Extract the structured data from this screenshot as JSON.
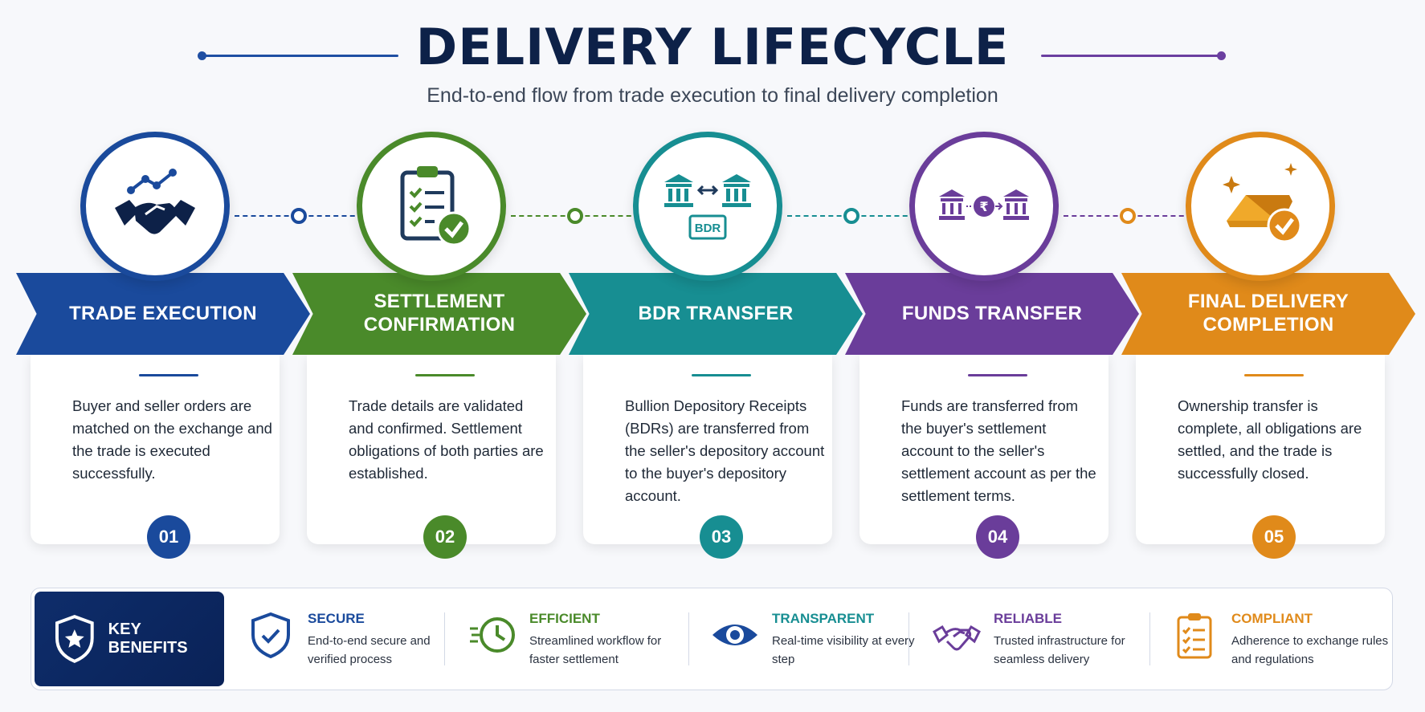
{
  "header": {
    "title": "DELIVERY LIFECYCLE",
    "subtitle": "End-to-end flow from trade execution to final delivery completion"
  },
  "colors": {
    "blue": "#1a4a9c",
    "green": "#4a8a2a",
    "teal": "#178e92",
    "purple": "#6a3d9a",
    "orange": "#e08a1a",
    "navy": "#0d2148"
  },
  "stages": [
    {
      "title": "TRADE EXECUTION",
      "description": "Buyer and seller orders are matched on the exchange and the trade is executed successfully.",
      "number": "01",
      "icon": "handshake-chart-icon",
      "color": "#1a4a9c"
    },
    {
      "title": "SETTLEMENT CONFIRMATION",
      "description": "Trade details are validated and confirmed. Settlement obligations of both parties are established.",
      "number": "02",
      "icon": "clipboard-check-icon",
      "color": "#4a8a2a"
    },
    {
      "title": "BDR TRANSFER",
      "description": "Bullion Depository Receipts (BDRs) are transferred from the seller's depository account to the buyer's depository account.",
      "number": "03",
      "icon": "bank-transfer-bdr-icon",
      "icon_label": "BDR",
      "color": "#178e92"
    },
    {
      "title": "FUNDS TRANSFER",
      "description": "Funds are transferred from the buyer's settlement account to the seller's settlement account as per the settlement terms.",
      "number": "04",
      "icon": "rupee-transfer-icon",
      "icon_label": "₹",
      "color": "#6a3d9a"
    },
    {
      "title": "FINAL DELIVERY COMPLETION",
      "description": "Ownership transfer is complete, all obligations are settled, and the trade is successfully closed.",
      "number": "05",
      "icon": "gold-bar-check-icon",
      "color": "#e08a1a"
    }
  ],
  "benefits": {
    "heading": "KEY BENEFITS",
    "items": [
      {
        "title": "SECURE",
        "description": "End-to-end secure and verified process",
        "icon": "shield-check-icon",
        "color": "#1a4a9c"
      },
      {
        "title": "EFFICIENT",
        "description": "Streamlined workflow for faster settlement",
        "icon": "fast-clock-icon",
        "color": "#4a8a2a"
      },
      {
        "title": "TRANSPARENT",
        "description": "Real-time visibility at every step",
        "icon": "eye-icon",
        "color": "#178e92"
      },
      {
        "title": "RELIABLE",
        "description": "Trusted infrastructure for seamless delivery",
        "icon": "handshake-icon",
        "color": "#6a3d9a"
      },
      {
        "title": "COMPLIANT",
        "description": "Adherence to exchange rules and regulations",
        "icon": "clipboard-list-icon",
        "color": "#e08a1a"
      }
    ]
  }
}
